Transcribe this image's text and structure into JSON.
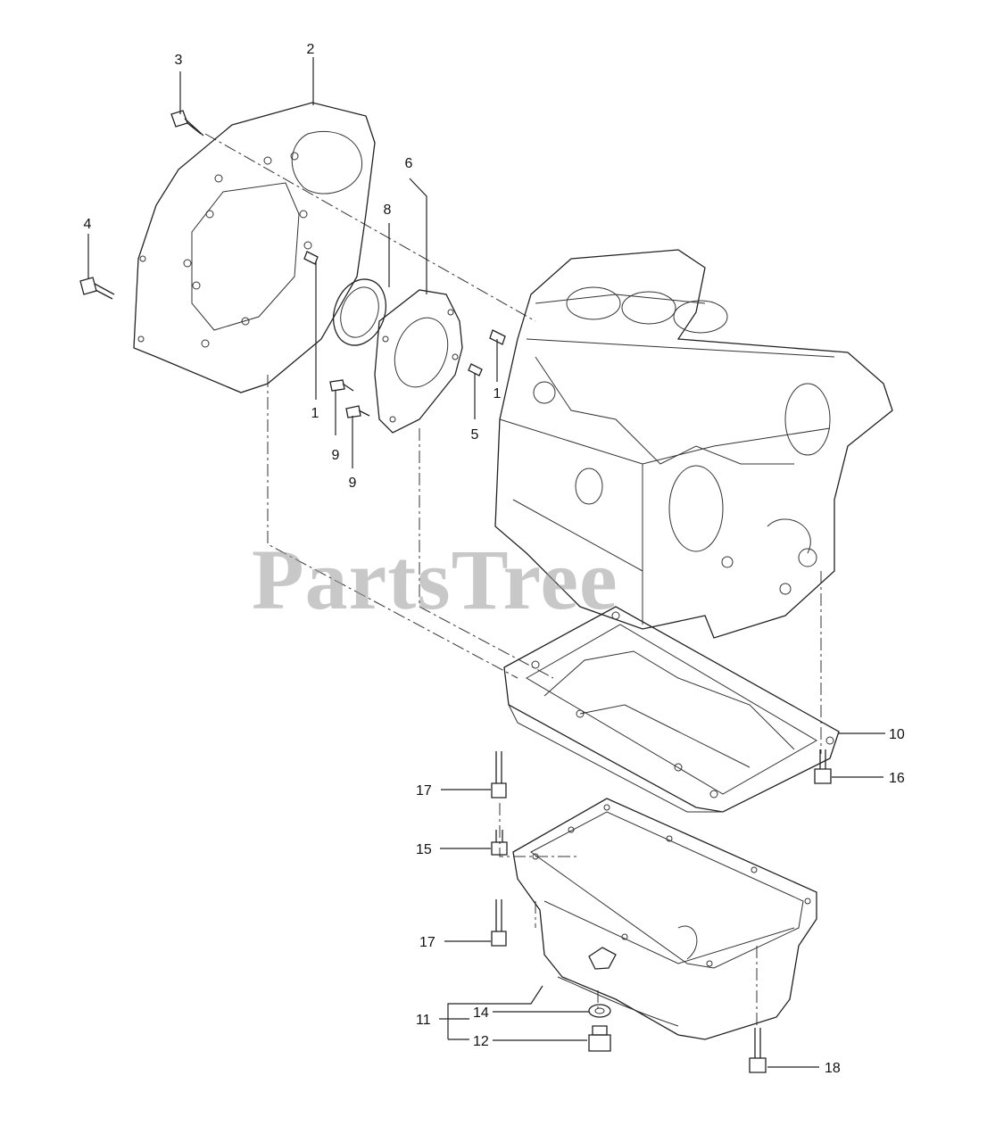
{
  "watermark": "PartsTree",
  "callouts": [
    "1",
    "1",
    "2",
    "3",
    "4",
    "5",
    "6",
    "8",
    "9",
    "9",
    "10",
    "11",
    "12",
    "14",
    "15",
    "16",
    "17",
    "17",
    "18"
  ]
}
